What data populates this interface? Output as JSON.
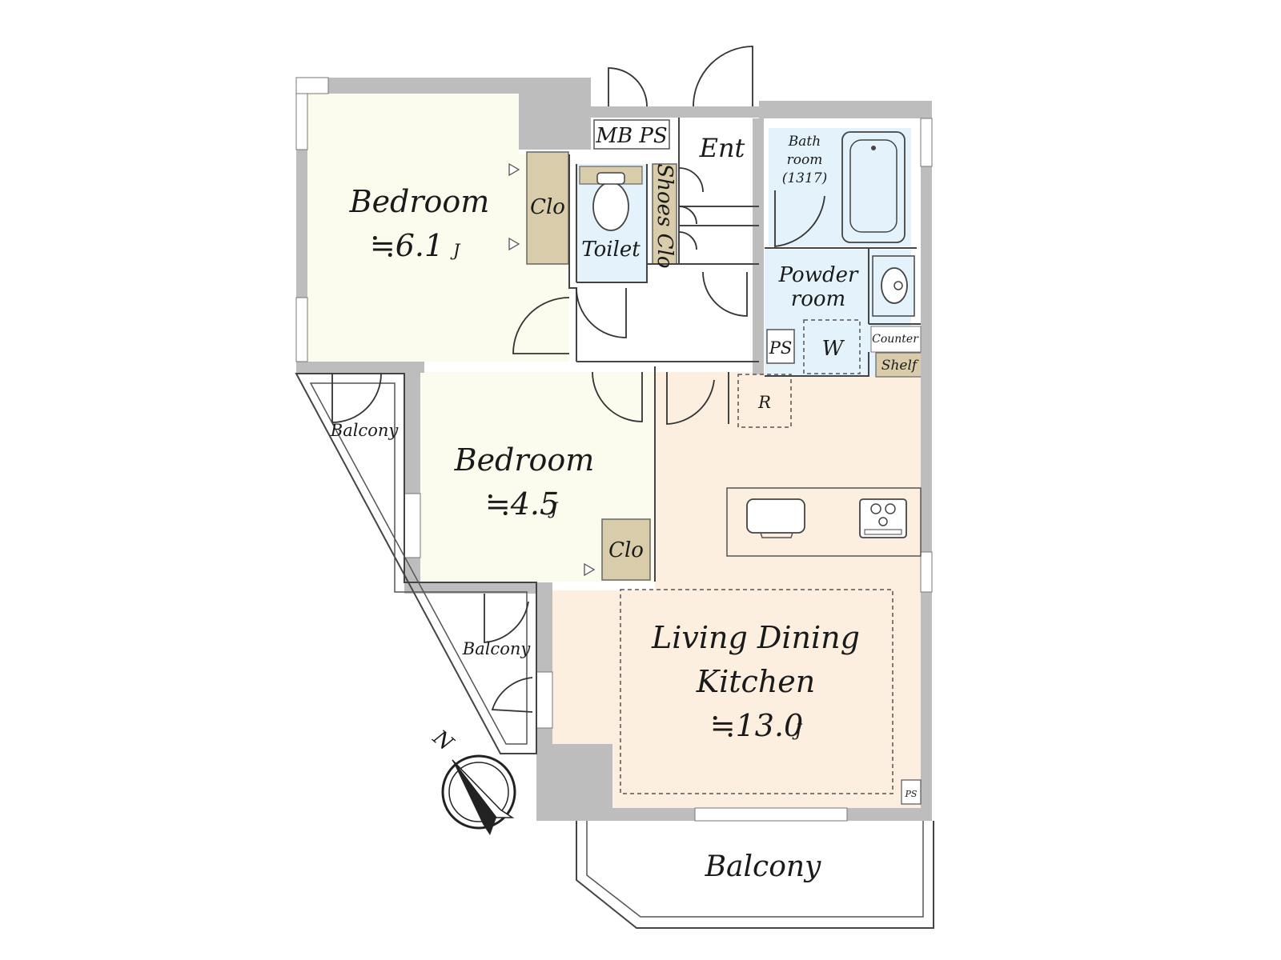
{
  "floor_plan": {
    "rooms": {
      "bedroom_large": {
        "name": "Bedroom",
        "area": "≒6.1",
        "unit": "J"
      },
      "bedroom_small": {
        "name": "Bedroom",
        "area": "≒4.5",
        "unit": "J"
      },
      "ldk": {
        "name_line1": "Living Dining",
        "name_line2": "Kitchen",
        "area": "≒13.0",
        "unit": "J"
      },
      "bathroom": {
        "line1": "Bath",
        "line2": "room",
        "line3": "(1317)"
      },
      "powder_room": {
        "line1": "Powder",
        "line2": "room"
      },
      "toilet": "Toilet",
      "entrance": "Ent",
      "shoes_closet": "Shoes Clo",
      "mb_ps": "MB PS",
      "closet_large": "Clo",
      "closet_small": "Clo",
      "ps_hall": "PS",
      "ps_ldk": "PS",
      "washer": "W",
      "counter": "Counter",
      "shelf": "Shelf",
      "refrigerator": "R",
      "balcony_west_upper": "Balcony",
      "balcony_west_lower": "Balcony",
      "balcony_south": "Balcony"
    },
    "compass": {
      "label": "N",
      "icon": "north-arrow-icon"
    },
    "colors": {
      "bedroom": "#fbfbee",
      "ldk": "#fcefdf",
      "wet_area": "#e4f3fb",
      "closet": "#d8ccaa",
      "wall": "#bdbdbd"
    }
  }
}
